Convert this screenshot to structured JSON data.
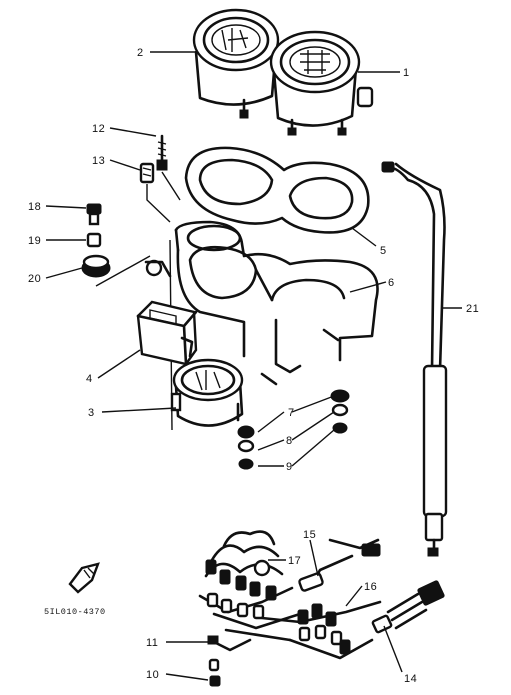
{
  "figure_code": "5IL010-4370",
  "callouts": [
    {
      "id": "c1",
      "text": "1"
    },
    {
      "id": "c2",
      "text": "2"
    },
    {
      "id": "c3",
      "text": "3"
    },
    {
      "id": "c4",
      "text": "4"
    },
    {
      "id": "c5",
      "text": "5"
    },
    {
      "id": "c6",
      "text": "6"
    },
    {
      "id": "c7",
      "text": "7"
    },
    {
      "id": "c8",
      "text": "8"
    },
    {
      "id": "c9",
      "text": "9"
    },
    {
      "id": "c10",
      "text": "10"
    },
    {
      "id": "c11",
      "text": "11"
    },
    {
      "id": "c12",
      "text": "12"
    },
    {
      "id": "c13",
      "text": "13"
    },
    {
      "id": "c14",
      "text": "14"
    },
    {
      "id": "c15",
      "text": "15"
    },
    {
      "id": "c16",
      "text": "16"
    },
    {
      "id": "c17",
      "text": "17"
    },
    {
      "id": "c18",
      "text": "18"
    },
    {
      "id": "c19",
      "text": "19"
    },
    {
      "id": "c20",
      "text": "20"
    },
    {
      "id": "c21",
      "text": "21"
    }
  ]
}
